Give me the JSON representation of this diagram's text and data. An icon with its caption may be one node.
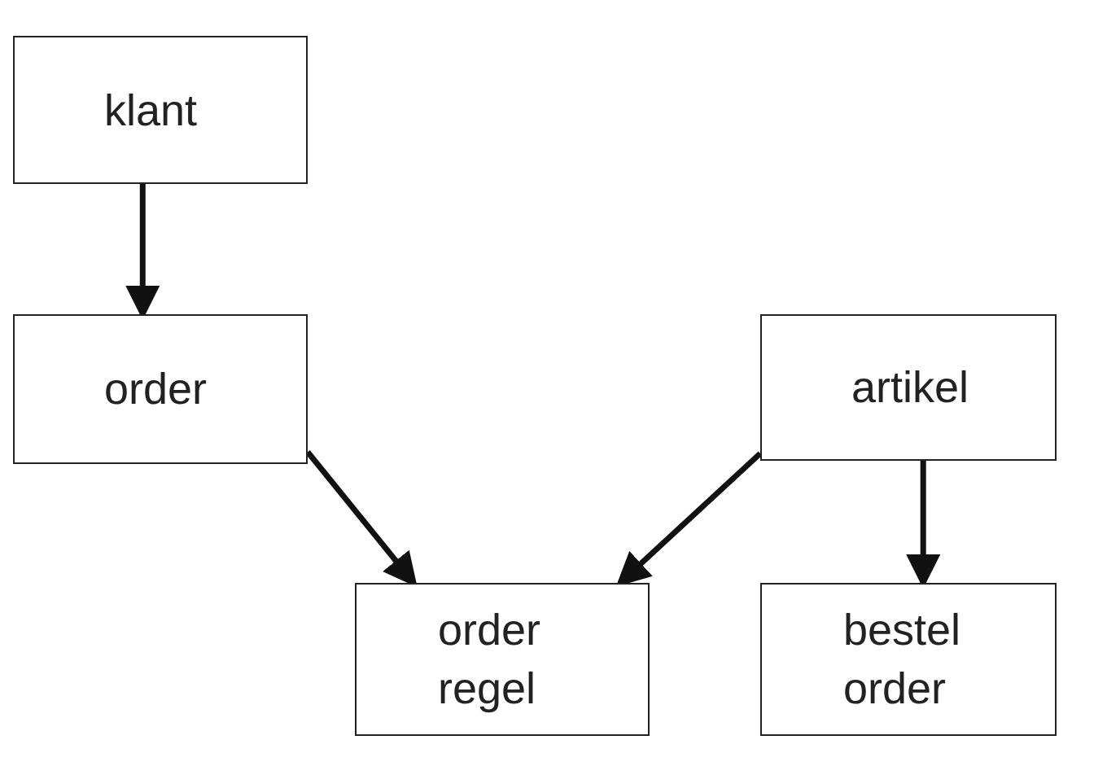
{
  "diagram": {
    "nodes": [
      {
        "text": [
          "klant"
        ]
      },
      {
        "text": [
          "order"
        ]
      },
      {
        "text": [
          "artikel"
        ]
      },
      {
        "text": [
          "order regel"
        ]
      },
      {
        "text": [
          "bestel order"
        ]
      }
    ],
    "edges": [
      {
        "from": 0,
        "to": 1,
        "arrow": "to"
      },
      {
        "from": 1,
        "to": 3,
        "arrow": "to"
      },
      {
        "from": 2,
        "to": 3,
        "arrow": "to"
      },
      {
        "from": 2,
        "to": 4,
        "arrow": "to"
      }
    ]
  }
}
